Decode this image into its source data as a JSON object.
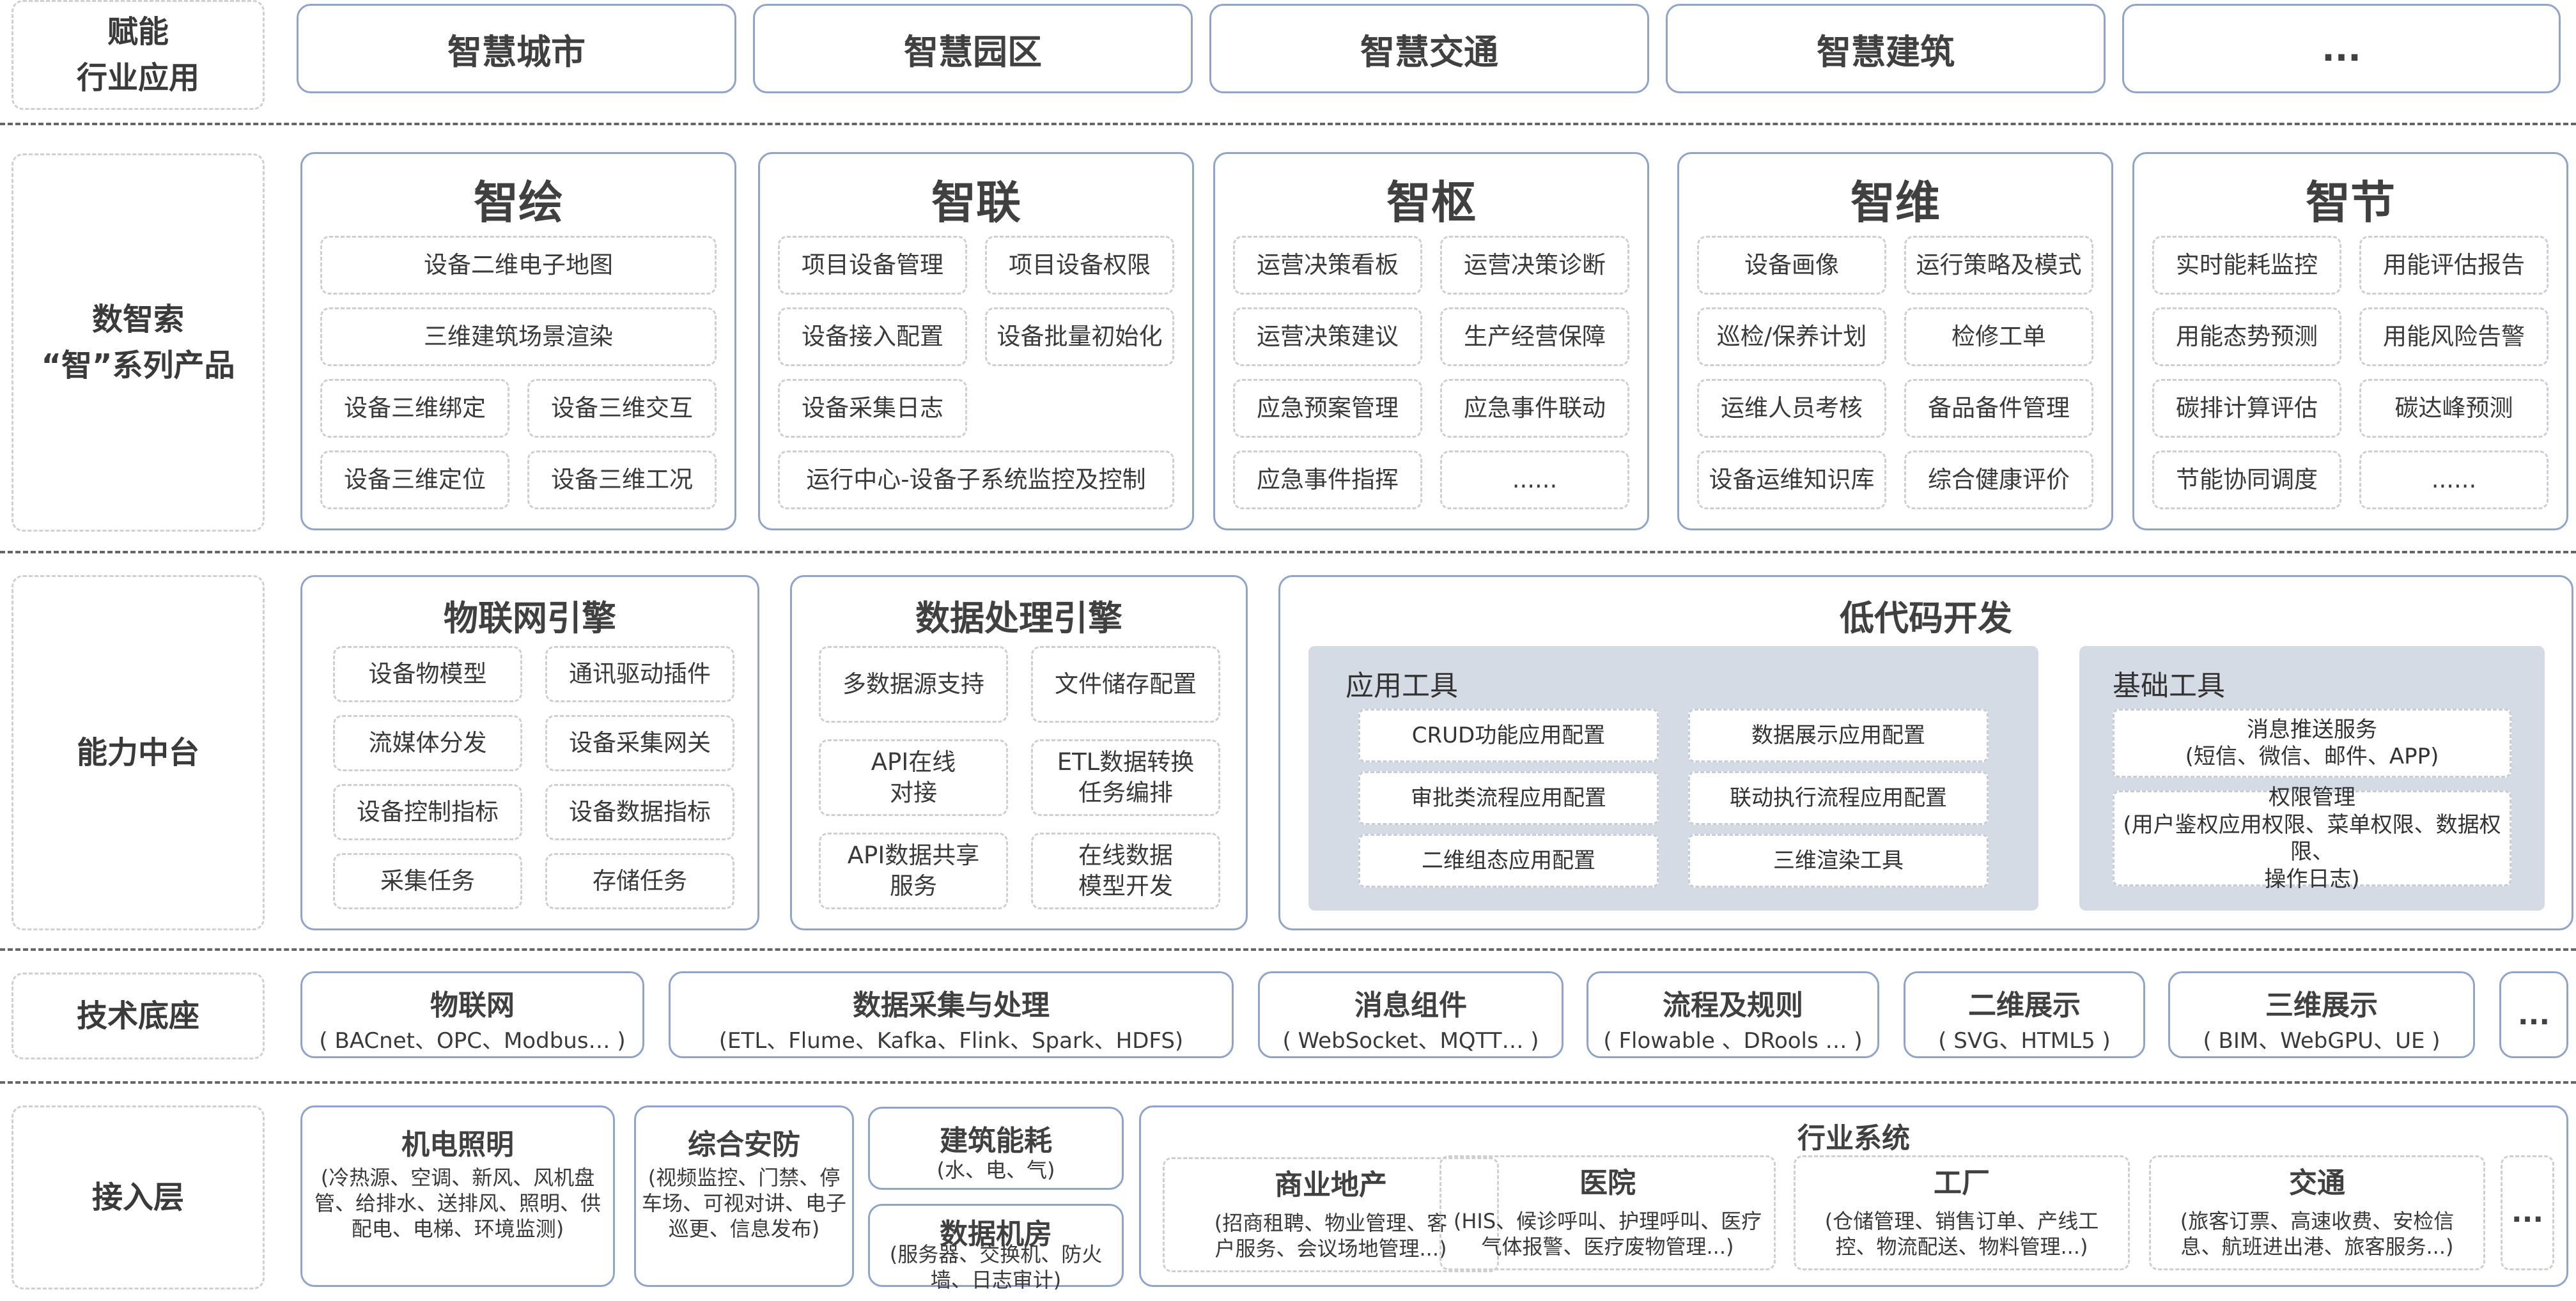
{
  "rows": {
    "industry": "赋能\n行业应用",
    "products": "数智索\n“智”系列产品",
    "capability": "能力中台",
    "tech": "技术底座",
    "access": "接入层"
  },
  "apps": [
    "智慧城市",
    "智慧园区",
    "智慧交通",
    "智慧建筑",
    "..."
  ],
  "products": [
    {
      "title": "智绘",
      "items": [
        "设备二维电子地图",
        "三维建筑场景渲染",
        "设备三维绑定",
        "设备三维交互",
        "设备三维定位",
        "设备三维工况"
      ]
    },
    {
      "title": "智联",
      "items": [
        "项目设备管理",
        "项目设备权限",
        "设备接入配置",
        "设备批量初始化",
        "设备采集日志",
        "运行中心-设备子系统监控及控制"
      ]
    },
    {
      "title": "智枢",
      "items": [
        "运营决策看板",
        "运营决策诊断",
        "运营决策建议",
        "生产经营保障",
        "应急预案管理",
        "应急事件联动",
        "应急事件指挥",
        "......"
      ]
    },
    {
      "title": "智维",
      "items": [
        "设备画像",
        "运行策略及模式",
        "巡检/保养计划",
        "检修工单",
        "运维人员考核",
        "备品备件管理",
        "设备运维知识库",
        "综合健康评价"
      ]
    },
    {
      "title": "智节",
      "items": [
        "实时能耗监控",
        "用能评估报告",
        "用能态势预测",
        "用能风险告警",
        "碳排计算评估",
        "碳达峰预测",
        "节能协同调度",
        "......"
      ]
    }
  ],
  "iot": {
    "title": "物联网引擎",
    "items": [
      "设备物模型",
      "通讯驱动插件",
      "流媒体分发",
      "设备采集网关",
      "设备控制指标",
      "设备数据指标",
      "采集任务",
      "存储任务"
    ]
  },
  "dataengine": {
    "title": "数据处理引擎",
    "items": [
      "多数据源支持",
      "文件储存配置",
      "API在线\n对接",
      "ETL数据转换\n任务编排",
      "API数据共享\n服务",
      "在线数据\n模型开发"
    ]
  },
  "lowcode": {
    "title": "低代码开发",
    "apptools": {
      "title": "应用工具",
      "items": [
        "CRUD功能应用配置",
        "数据展示应用配置",
        "审批类流程应用配置",
        "联动执行流程应用配置",
        "二维组态应用配置",
        "三维渲染工具"
      ]
    },
    "basetools": {
      "title": "基础工具",
      "items": [
        "消息推送服务\n(短信、微信、邮件、APP)",
        "权限管理\n(用户鉴权应用权限、菜单权限、数据权限、\n操作日志)"
      ]
    }
  },
  "tech": [
    {
      "name": "物联网",
      "desc": "( BACnet、OPC、Modbus… )"
    },
    {
      "name": "数据采集与处理",
      "desc": "(ETL、Flume、Kafka、Flink、Spark、HDFS)"
    },
    {
      "name": "消息组件",
      "desc": "( WebSocket、MQTT… )"
    },
    {
      "name": "流程及规则",
      "desc": "( Flowable 、DRools … )"
    },
    {
      "name": "二维展示",
      "desc": "( SVG、HTML5 )"
    },
    {
      "name": "三维展示",
      "desc": "( BIM、WebGPU、UE )"
    },
    {
      "name": "...",
      "desc": ""
    }
  ],
  "access": {
    "mep": {
      "name": "机电照明",
      "desc": "(冷热源、空调、新风、风机盘\n管、给排水、送排风、照明、供\n配电、电梯、环境监测)"
    },
    "security": {
      "name": "综合安防",
      "desc": "(视频监控、门禁、停\n车场、可视对讲、电子\n巡更、信息发布)"
    },
    "energy": {
      "name": "建筑能耗",
      "desc": "(水、电、气)"
    },
    "datacenter": {
      "name": "数据机房",
      "desc": "(服务器、交换机、防火\n墙、日志审计)"
    },
    "industry": {
      "title": "行业系统",
      "items": [
        {
          "name": "商业地产",
          "desc": "(招商租聘、物业管理、客\n户服务、会议场地管理...)"
        },
        {
          "name": "医院",
          "desc": "(HIS、候诊呼叫、护理呼叫、医疗\n气体报警、医疗废物管理...)"
        },
        {
          "name": "工厂",
          "desc": "(仓储管理、销售订单、产线工\n控、物流配送、物料管理...)"
        },
        {
          "name": "交通",
          "desc": "(旅客订票、高速收费、安检信\n息、航班进出港、旅客服务...)"
        },
        {
          "name": "...",
          "desc": ""
        }
      ]
    }
  }
}
